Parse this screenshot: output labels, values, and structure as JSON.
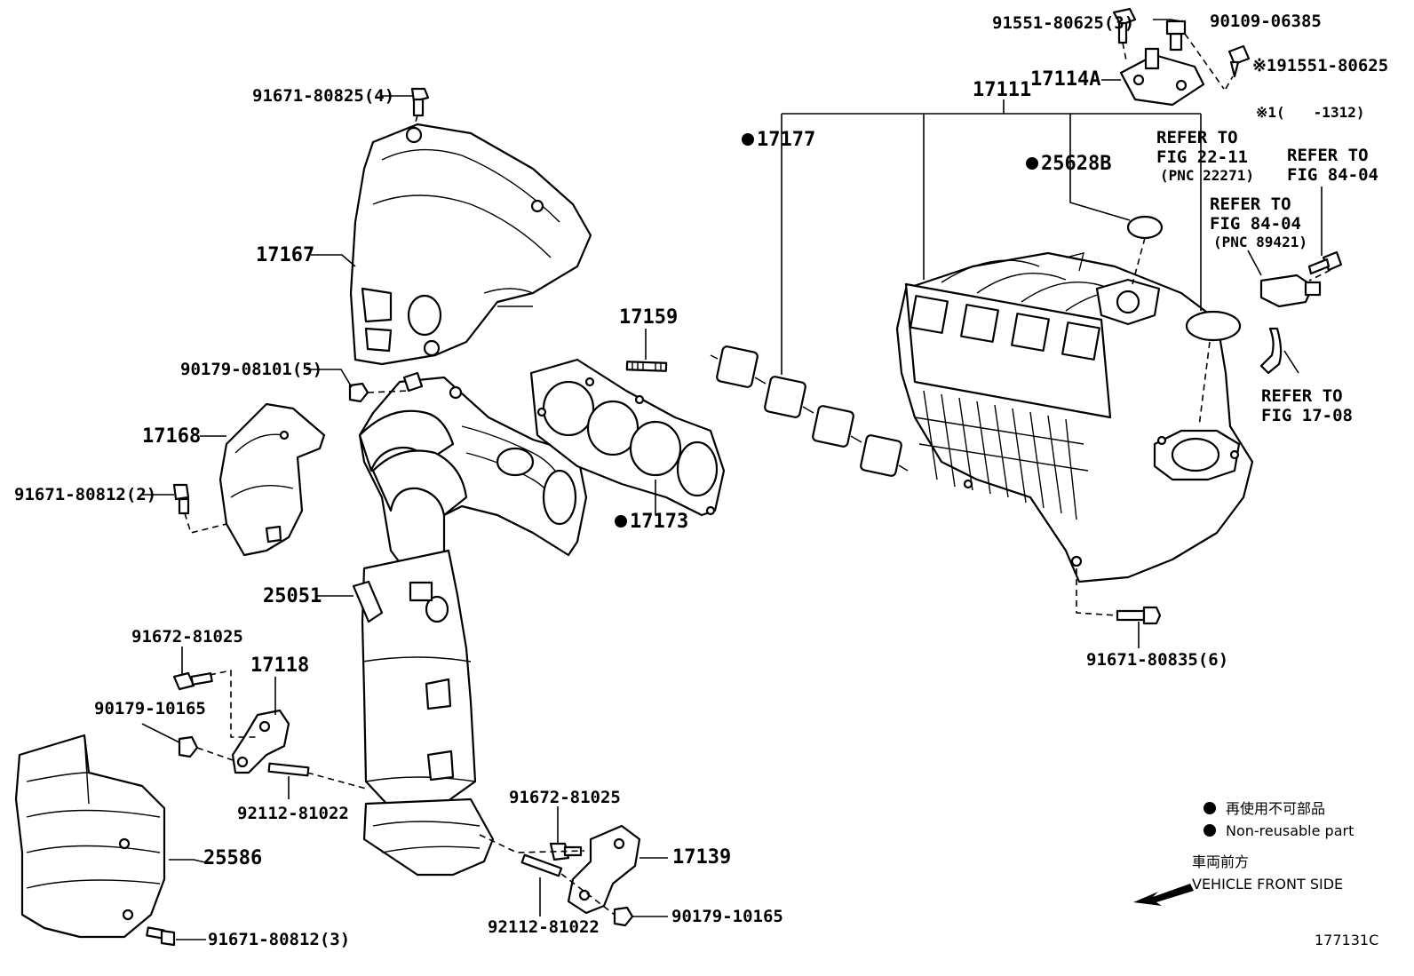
{
  "figure_id": "177131C",
  "legend": {
    "ja": "再使用不可部品",
    "en": "Non-reusable part"
  },
  "direction": {
    "ja": "車両前方",
    "en": "VEHICLE FRONT SIDE"
  },
  "labels": {
    "p91551_80625_3": "91551-80625(3)",
    "p90109_06385": "90109-06385",
    "p91551_80625": "※191551-80625",
    "p17114A": "17114A",
    "note1": "※1(　　-1312)",
    "p17111": "17111",
    "p17177": "17177",
    "p25628B": "25628B",
    "ref_22_11": [
      "REFER TO",
      "FIG 22-11",
      "(PNC 22271)"
    ],
    "ref_84_04a": [
      "REFER TO",
      "FIG 84-04"
    ],
    "ref_84_04b": [
      "REFER TO",
      "FIG 84-04",
      "(PNC 89421)"
    ],
    "ref_17_08": [
      "REFER TO",
      "FIG 17-08"
    ],
    "p91671_80825_4": "91671-80825(4)",
    "p17167": "17167",
    "p17159": "17159",
    "p90179_08101_5": "90179-08101(5)",
    "p17168": "17168",
    "p91671_80812_2": "91671-80812(2)",
    "p17173": "17173",
    "p25051": "25051",
    "p91671_80835_6": "91671-80835(6)",
    "p91672_81025_a": "91672-81025",
    "p17118": "17118",
    "p90179_10165_a": "90179-10165",
    "p92112_81022_a": "92112-81022",
    "p25586": "25586",
    "p91672_81025_b": "91672-81025",
    "p17139": "17139",
    "p92112_81022_b": "92112-81022",
    "p90179_10165_b": "90179-10165",
    "p91671_80812_3": "91671-80812(3)"
  }
}
